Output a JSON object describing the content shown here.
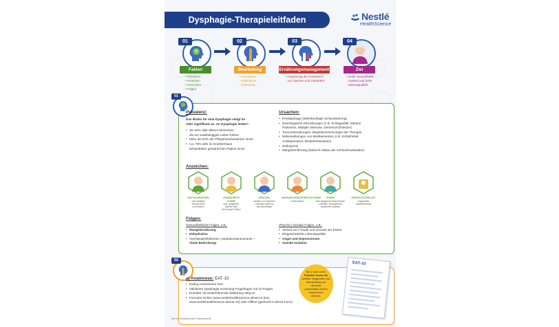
{
  "header": {
    "title": "Dysphagie-Therapieleitfaden"
  },
  "logo": {
    "name": "Nestlé",
    "sub": "HealthScience"
  },
  "steps": [
    {
      "num": "01",
      "label": "Fakten",
      "color": "#4a8f2c",
      "bullets": [
        "Prävalenz",
        "Ursachen",
        "Anzeichen",
        "Folgen"
      ]
    },
    {
      "num": "02",
      "label": "Beurteilung",
      "color": "#f0a12c",
      "bullets": [
        "Anamnese",
        "Aspirations-",
        "Screening"
      ]
    },
    {
      "num": "03",
      "label": "Ernährungsmanagement",
      "color": "#c23a3a",
      "bullets": [
        "Anpassung der Konsistenz",
        "von Speisen und Getränken"
      ]
    },
    {
      "num": "04",
      "label": "Ziel",
      "color": "#a3298c",
      "bullets": [
        "Guter Gesundheits-",
        "zustand und hohe",
        "Lebensqualität"
      ]
    }
  ],
  "section1": {
    "num": "01",
    "praevalenz": {
      "heading": "Prävalenz:",
      "intro1": "Das Risiko für eine Dysphagie steigt im",
      "intro2": "Alter signifikant an. An Dysphagie leiden¹:",
      "items": [
        "30–40% aller älteren Menschen,",
        "die ein unabhängiges Leben führen",
        "Mehr als 50% der Pflegeheimbewohner innen",
        "Ca. 70% aller im Krankenhaus",
        "behandelten geriatrischen Patient innen"
      ]
    },
    "ursachen": {
      "heading": "Ursachen:",
      "items": [
        "Presbyphagie (altersbedingte Schluckstörung)",
        "Neurologische Erkrankungen (z.B. Schlaganfall, Morbus",
        "Parkinson, Multiple Sklerose, Demenz/Alzheimer)",
        "Tumorerkrankungen, Begleiterscheinungen der Therapie",
        "Nebenwirkungen von Medikamenten (z.B. Schlafmittel,",
        "Antidepressiva, Muskelrelaxantien)",
        "Sarkopenie",
        "Mangelernährung (dadurch Abbau der Schluckmuskulatur)"
      ]
    },
    "anzeichen": {
      "heading": "Anzeichen:",
      "signs": [
        {
          "title": "HUSTEN/WÜRGEN",
          "desc": [
            "oder häufiges",
            "Verschlucken",
            "(„Verhustet“)"
          ]
        },
        {
          "title": "VERÄNDERTE",
          "desc": [
            "STIMME",
            "oder „gurgelnde“",
            "Stimme nach",
            "dem Essen/Trinken"
          ]
        },
        {
          "title": "SPEICHEL",
          "desc": [
            "Ausfluss von Speichel",
            "und/oder Nahrung",
            "aus Mund/Nase"
          ]
        },
        {
          "title": "NAHRUNGSRESTE/RÜCKSTÄNDE",
          "desc": [
            "im Mundraum"
          ]
        },
        {
          "title": "ESSEN",
          "desc": [
            "sehr langsames Essen/Kauen",
            "und/oder Verweigerung",
            "bestimmter Speisen"
          ]
        },
        {
          "title": "GEWICHTSVERLUST",
          "desc": [
            "Ungewollter",
            "Gewichtsverlust"
          ]
        }
      ]
    },
    "folgen": {
      "heading": "Folgen:",
      "gesund_heading": "Gesundheitliche Folgen, z.B.:",
      "gesund_items": [
        "Mangelernährung",
        "Dehydration",
        "Atemwegsinfektionen, Aspirationspneumonie –",
        "Vitale Bedrohung!"
      ],
      "sozial_heading": "(Psycho-) Soziale Folgen, z.B.:",
      "sozial_items": [
        "Verlust von Freude und Genuss am Essen",
        "Eingeschränkte Lebensqualität",
        "Angst und Depressionen",
        "Soziale Isolation"
      ]
    }
  },
  "section2": {
    "num": "02",
    "heading_a": "a) Anamnese:",
    "heading_b": "EAT-10",
    "items": [
      "Eating Assessment Tool",
      "Validierter Dysphagie Screening-Fragebogen mit 10 Fragen",
      "Ermittelt, ob weiterführende Abklärung nötig ist",
      "Formular Online (www.nestlehealthscience.at/eat-10 bzw.",
      "www.nestlehealthscience.de/eat-10) oder Offline (gedruckt in Block-Form)"
    ],
    "callout": [
      "Bei 2 oder mehr",
      "Punkten muss die",
      "weitere Diagnostik und",
      "Behandlung mit dem/der",
      "zuständigen Arzt/in",
      "besprochen",
      "werden."
    ],
    "sheet_title": "EAT-10"
  },
  "footer": "Nur für medizinisches Fachpersonal"
}
